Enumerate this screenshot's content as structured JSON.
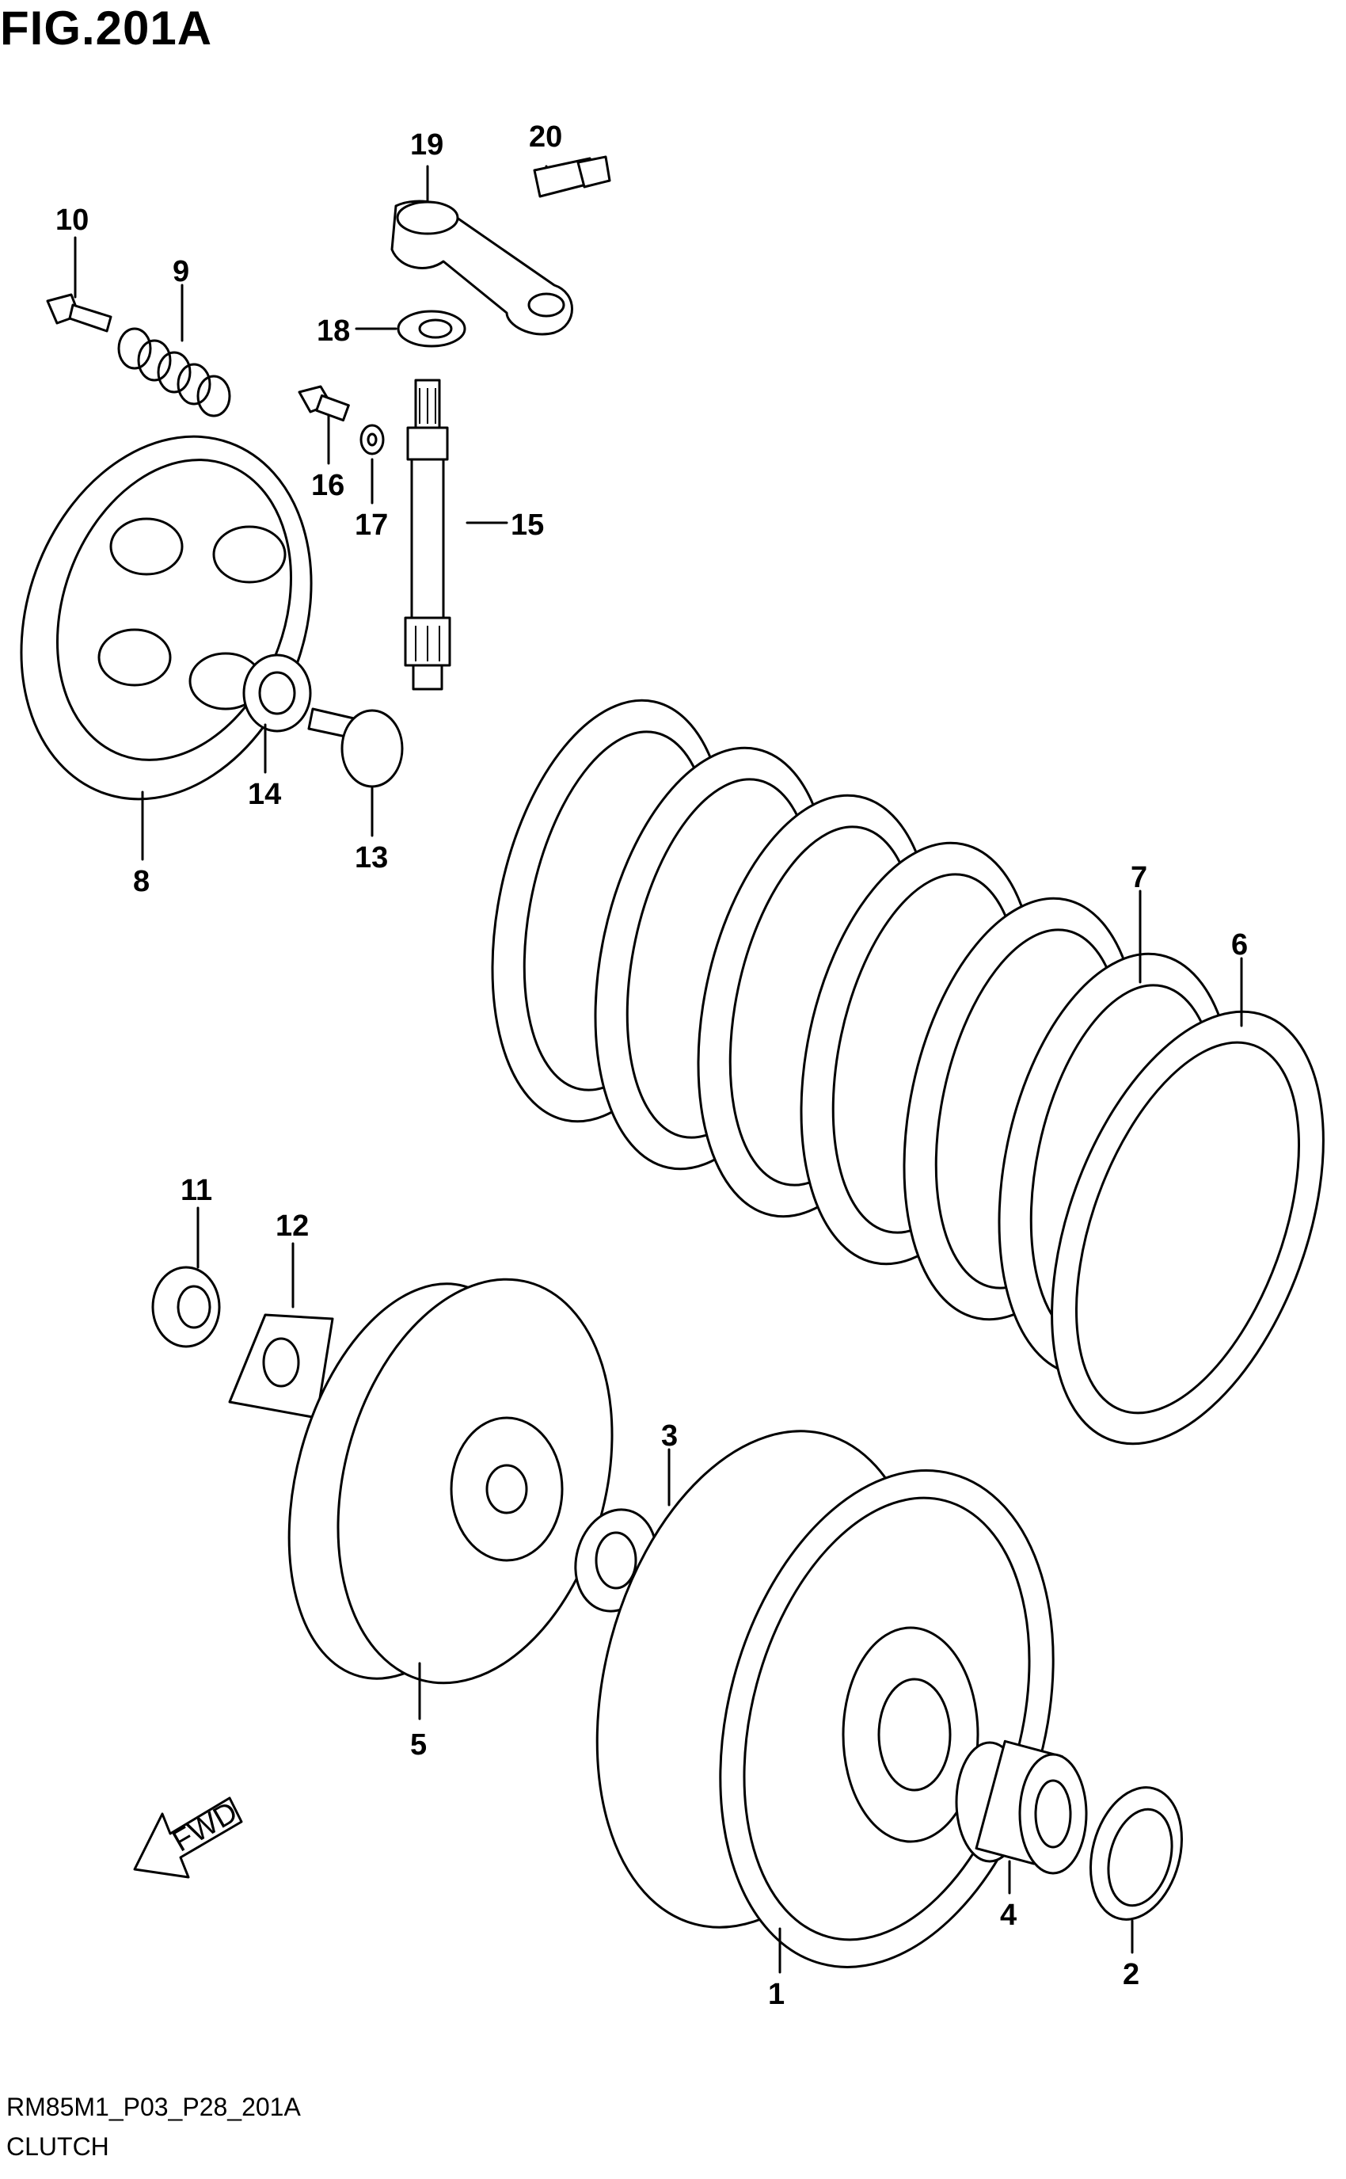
{
  "figure": {
    "title": "FIG.201A",
    "code": "RM85M1_P03_P28_201A",
    "name": "CLUTCH",
    "direction_marker": "FWD"
  },
  "parts": [
    {
      "number": "1",
      "icon": "clutch-housing-icon"
    },
    {
      "number": "2",
      "icon": "thrust-washer-icon"
    },
    {
      "number": "3",
      "icon": "lock-washer-icon"
    },
    {
      "number": "4",
      "icon": "needle-bearing-icon"
    },
    {
      "number": "5",
      "icon": "clutch-sleeve-hub-icon"
    },
    {
      "number": "6",
      "icon": "drive-plate-icon"
    },
    {
      "number": "7",
      "icon": "driven-plate-icon"
    },
    {
      "number": "8",
      "icon": "pressure-plate-icon"
    },
    {
      "number": "9",
      "icon": "clutch-spring-icon"
    },
    {
      "number": "10",
      "icon": "bolt-icon"
    },
    {
      "number": "11",
      "icon": "nut-icon"
    },
    {
      "number": "12",
      "icon": "washer-icon"
    },
    {
      "number": "13",
      "icon": "push-piece-icon"
    },
    {
      "number": "14",
      "icon": "bearing-icon"
    },
    {
      "number": "15",
      "icon": "release-shaft-icon"
    },
    {
      "number": "16",
      "icon": "bolt-icon"
    },
    {
      "number": "17",
      "icon": "washer-icon"
    },
    {
      "number": "18",
      "icon": "oil-seal-icon"
    },
    {
      "number": "19",
      "icon": "release-arm-icon"
    },
    {
      "number": "20",
      "icon": "bolt-icon"
    }
  ]
}
